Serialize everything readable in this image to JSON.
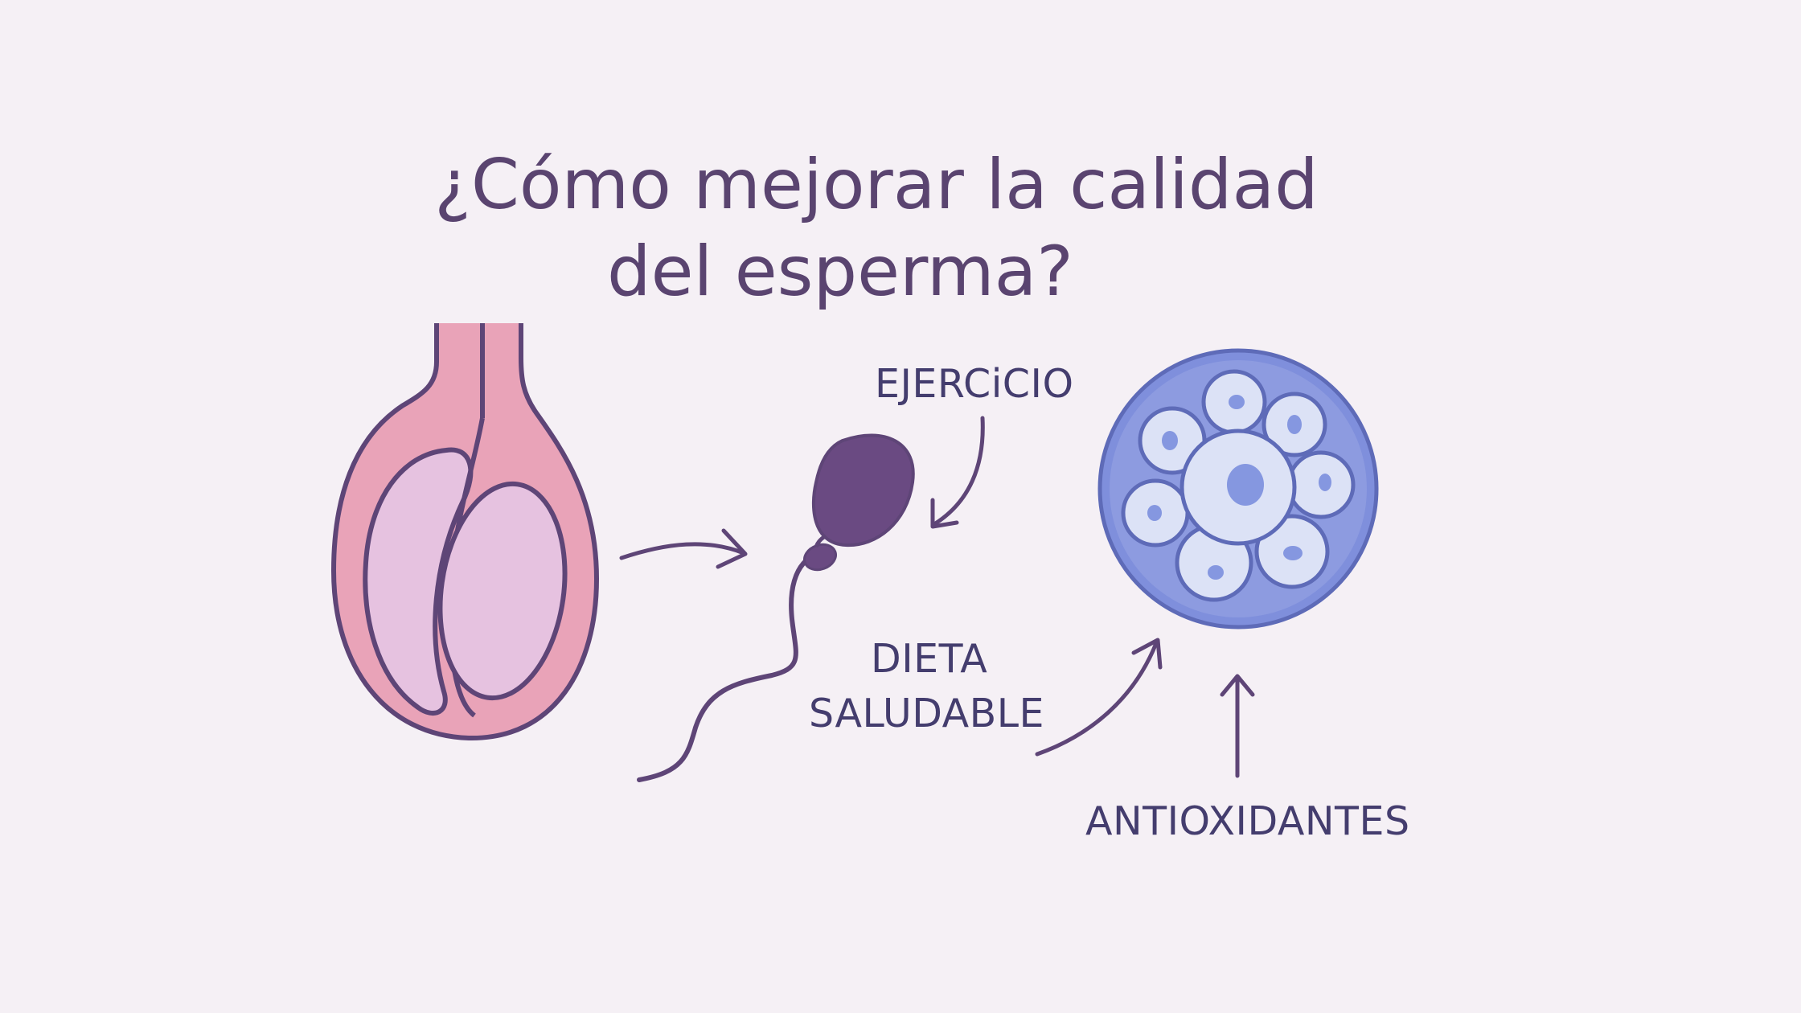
{
  "title": {
    "line1": "¿Cómo mejorar la calidad",
    "line2": "del esperma?"
  },
  "labels": {
    "ejercicio": "EJERCiCIO",
    "dieta_line1": "DIETA",
    "dieta_line2": "SALUDABLE",
    "antioxidantes": "ANTIOXIDANTES"
  },
  "icons": {
    "testicle": "testicle-illustration",
    "sperm": "sperm-cell-illustration",
    "egg": "egg-cell-illustration",
    "arrow": "curved-arrow-icon"
  },
  "colors": {
    "background": "#f5f0f5",
    "outline": "#5e4577",
    "text": "#443d6e",
    "testicle_outer": "#e9a3b8",
    "testicle_inner": "#e6c2e0",
    "sperm": "#6a4a82",
    "egg_outer": "#7f8fdc",
    "egg_cells": "#dce2f6",
    "egg_nucleus": "#8597e0"
  }
}
